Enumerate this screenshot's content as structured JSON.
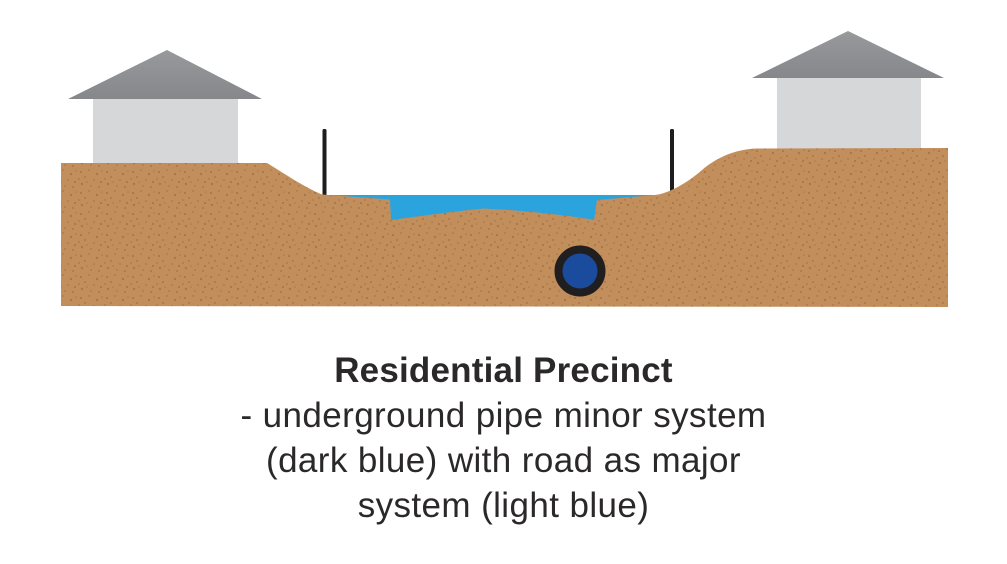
{
  "caption": {
    "title": "Residential Precinct",
    "lines": [
      "- underground pipe minor system",
      "(dark blue) with road as major",
      "system (light blue)"
    ]
  },
  "legend_semantics": {
    "minor_system": "underground pipe (dark blue)",
    "major_system": "road (light blue)"
  },
  "colors": {
    "background": "#ffffff",
    "ground": "#c28e5c",
    "ground_speckle": "#8f6136",
    "water": "#2ba3dc",
    "pipe_fill": "#1b4b9d",
    "pipe_outline": "#211e1f",
    "roof": "#8c8e91",
    "wall": "#d6d7d9",
    "pole": "#1d1d1f",
    "text": "#2b2829"
  }
}
